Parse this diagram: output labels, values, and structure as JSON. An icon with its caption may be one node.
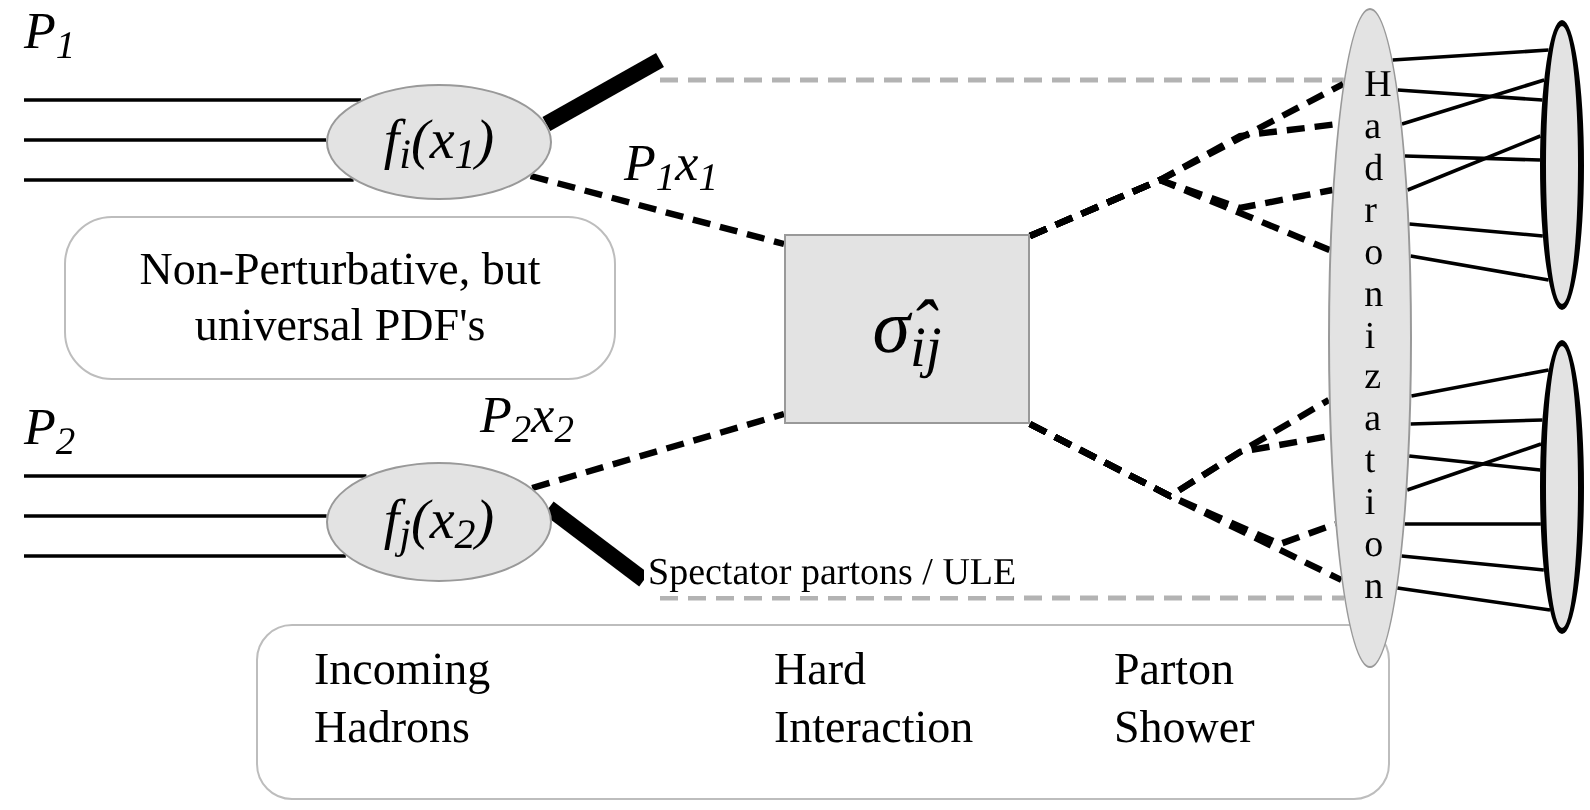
{
  "diagram": {
    "nodes": [
      {
        "text": [
          "f$_{i}$(x$_{1}$)"
        ]
      },
      {
        "text": [
          "f$_{j}$(x$_{2}$)"
        ]
      },
      {
        "text": [
          "σ̂$_{ij}$"
        ]
      },
      {
        "text": [
          "Hadronization"
        ]
      },
      {
        "text": [],
        "shape": "ellipse"
      },
      {
        "text": [],
        "shape": "ellipse"
      },
      {
        "text": [
          "Non-Perturbative, but universal PDF's"
        ]
      },
      {
        "text": [
          "Incoming Hadrons",
          "Hard Interaction",
          "Parton Shower"
        ]
      }
    ],
    "edges": [
      {
        "from": null,
        "to": 0,
        "arrow": "none"
      },
      {
        "from": null,
        "to": 0,
        "arrow": "none"
      },
      {
        "from": null,
        "to": 0,
        "arrow": "none"
      },
      {
        "from": null,
        "to": 1,
        "arrow": "none"
      },
      {
        "from": null,
        "to": 1,
        "arrow": "none"
      },
      {
        "from": null,
        "to": 1,
        "arrow": "none"
      },
      {
        "from": 0,
        "to": 2,
        "arrow": "none",
        "style": "dashed",
        "label": "P$_{1}$x$_{1}$"
      },
      {
        "from": 1,
        "to": 2,
        "arrow": "none",
        "style": "dashed",
        "label": "P$_{2}$x$_{2}$"
      },
      {
        "from": 0,
        "to": null,
        "arrow": "none",
        "style": "thick"
      },
      {
        "from": null,
        "to": 3,
        "arrow": "none",
        "style": "dashed",
        "color": "#b3b3b3"
      },
      {
        "from": 1,
        "to": null,
        "arrow": "none",
        "style": "thick"
      },
      {
        "from": null,
        "to": 3,
        "arrow": "none",
        "style": "dashed",
        "color": "#b3b3b3",
        "label": "Spectator partons / ULE"
      },
      {
        "from": 2,
        "to": 3,
        "arrow": "none",
        "style": "dashed"
      },
      {
        "from": 2,
        "to": 3,
        "arrow": "none",
        "style": "dashed"
      },
      {
        "from": 2,
        "to": 3,
        "arrow": "none",
        "style": "dashed"
      },
      {
        "from": 2,
        "to": 3,
        "arrow": "none",
        "style": "dashed"
      },
      {
        "from": 2,
        "to": 3,
        "arrow": "none",
        "style": "dashed"
      },
      {
        "from": 2,
        "to": 3,
        "arrow": "none",
        "style": "dashed"
      },
      {
        "from": 2,
        "to": 3,
        "arrow": "none",
        "style": "dashed"
      },
      {
        "from": 2,
        "to": 3,
        "arrow": "none",
        "style": "dashed"
      },
      {
        "from": 3,
        "to": 4,
        "arrow": "none"
      },
      {
        "from": 3,
        "to": 4,
        "arrow": "none"
      },
      {
        "from": 3,
        "to": 4,
        "arrow": "none"
      },
      {
        "from": 3,
        "to": 4,
        "arrow": "none"
      },
      {
        "from": 3,
        "to": 4,
        "arrow": "none"
      },
      {
        "from": 3,
        "to": 4,
        "arrow": "none"
      },
      {
        "from": 3,
        "to": 4,
        "arrow": "none"
      },
      {
        "from": 3,
        "to": 5,
        "arrow": "none"
      },
      {
        "from": 3,
        "to": 5,
        "arrow": "none"
      },
      {
        "from": 3,
        "to": 5,
        "arrow": "none"
      },
      {
        "from": 3,
        "to": 5,
        "arrow": "none"
      },
      {
        "from": 3,
        "to": 5,
        "arrow": "none"
      },
      {
        "from": 3,
        "to": 5,
        "arrow": "none"
      },
      {
        "from": 3,
        "to": 5,
        "arrow": "none"
      }
    ],
    "labels": [
      "P$_{1}$",
      "P$_{2}$"
    ]
  }
}
